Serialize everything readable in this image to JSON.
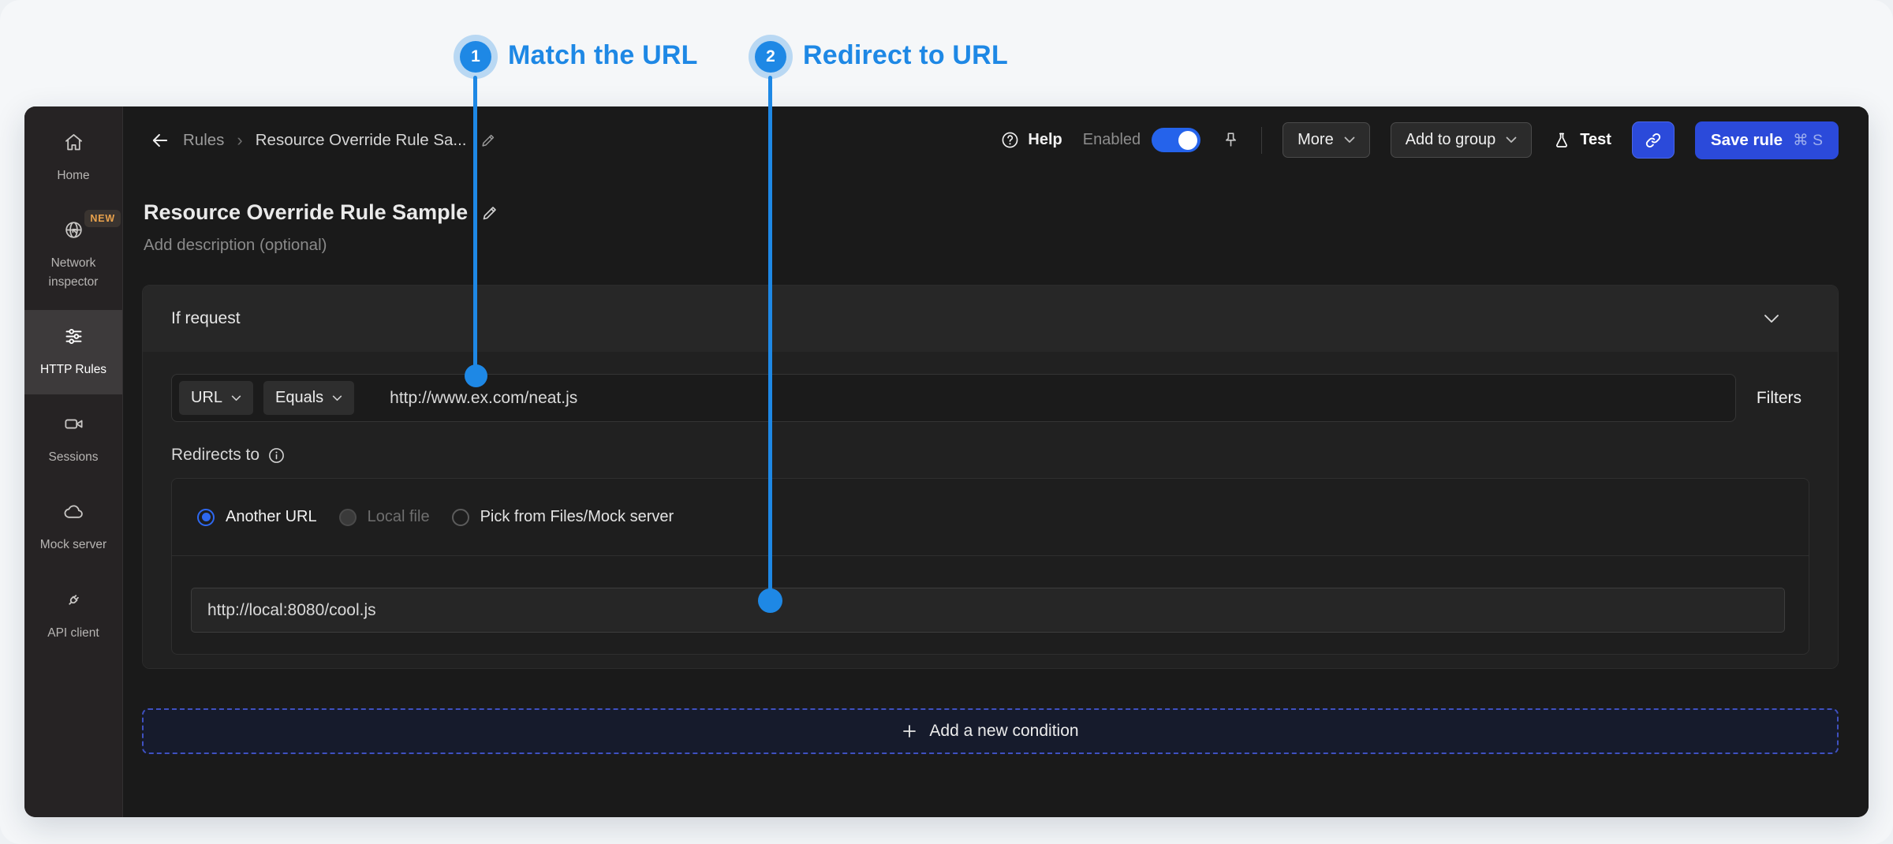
{
  "annotations": {
    "accent_color": "#1e88e5",
    "steps": [
      {
        "number": "1",
        "label": "Match the URL"
      },
      {
        "number": "2",
        "label": "Redirect to URL"
      }
    ]
  },
  "sidebar": {
    "items": [
      {
        "label": "Home",
        "icon": "home-icon"
      },
      {
        "label": "Network inspector",
        "icon": "globe-icon",
        "badge": "NEW"
      },
      {
        "label": "HTTP Rules",
        "icon": "sliders-icon",
        "selected": true
      },
      {
        "label": "Sessions",
        "icon": "video-icon"
      },
      {
        "label": "Mock server",
        "icon": "cloud-icon"
      },
      {
        "label": "API client",
        "icon": "plug-icon"
      }
    ]
  },
  "header": {
    "breadcrumb": {
      "items": [
        "Rules",
        "Resource Override Rule Sa..."
      ]
    },
    "help_label": "Help",
    "enabled_label": "Enabled",
    "toggle_on": true,
    "more_label": "More",
    "add_to_group_label": "Add to group",
    "test_label": "Test",
    "save_label": "Save rule",
    "save_shortcut": "⌘ S",
    "accent_color": "#2b4ada"
  },
  "rule": {
    "title": "Resource Override Rule Sample",
    "description_placeholder": "Add description (optional)",
    "if_request_label": "If request",
    "condition": {
      "field": "URL",
      "operator": "Equals",
      "value": "http://www.ex.com/neat.js",
      "filters_label": "Filters"
    },
    "redirects_to_label": "Redirects to",
    "destination": {
      "options": [
        {
          "label": "Another URL",
          "state": "selected"
        },
        {
          "label": "Local file",
          "state": "disabled"
        },
        {
          "label": "Pick from Files/Mock server",
          "state": "default"
        }
      ],
      "url_value": "http://local:8080/cool.js"
    },
    "add_condition_label": "Add a new condition"
  }
}
